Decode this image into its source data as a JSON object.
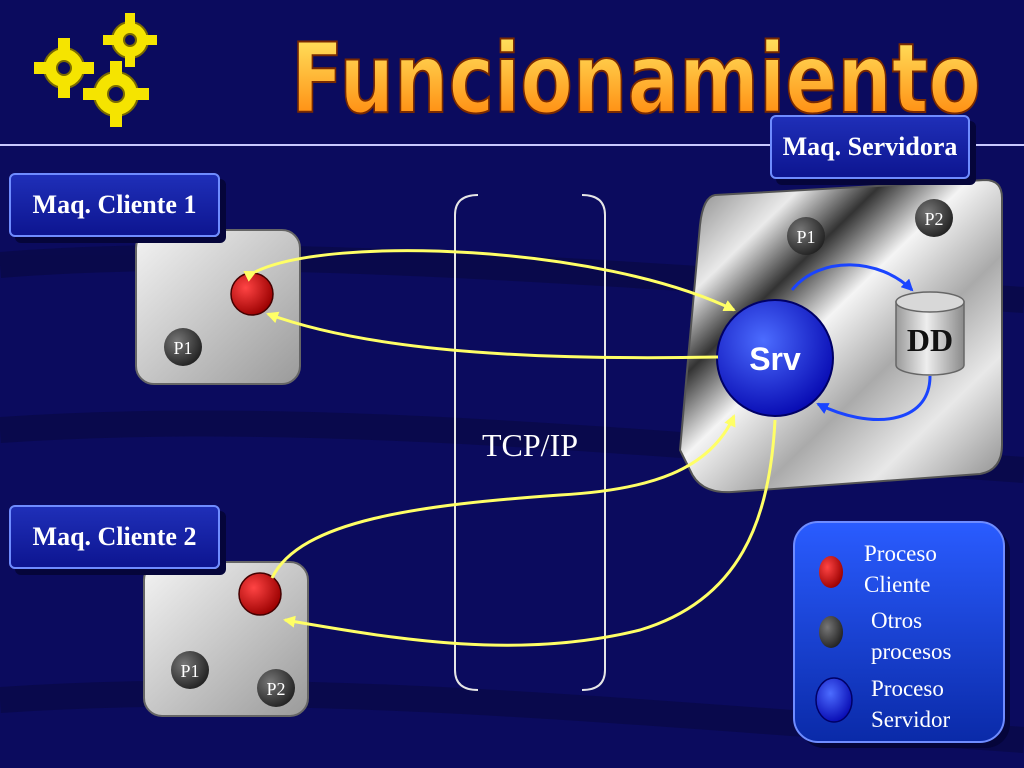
{
  "title": "Funcionamiento",
  "machines": {
    "server": {
      "label": "Maq. Servidora",
      "process_p1": "P1",
      "process_p2": "P2",
      "server_process": "Srv",
      "database": "DD"
    },
    "client1": {
      "label": "Maq. Cliente 1",
      "process_p1": "P1"
    },
    "client2": {
      "label": "Maq. Cliente 2",
      "process_p1": "P1",
      "process_p2": "P2"
    }
  },
  "network": {
    "label": "TCP/IP"
  },
  "legend": {
    "items": [
      {
        "line1": "Proceso",
        "line2": "Cliente",
        "color": "#d40000"
      },
      {
        "line1": "Otros",
        "line2": "procesos",
        "color": "#444444"
      },
      {
        "line1": "Proceso",
        "line2": "Servidor",
        "color": "#0a0ad0"
      }
    ]
  },
  "colors": {
    "background": "#0b0b5e",
    "title_fill": "#ffb000",
    "connection": "#ffff66",
    "server_loop": "#1a44ff"
  }
}
